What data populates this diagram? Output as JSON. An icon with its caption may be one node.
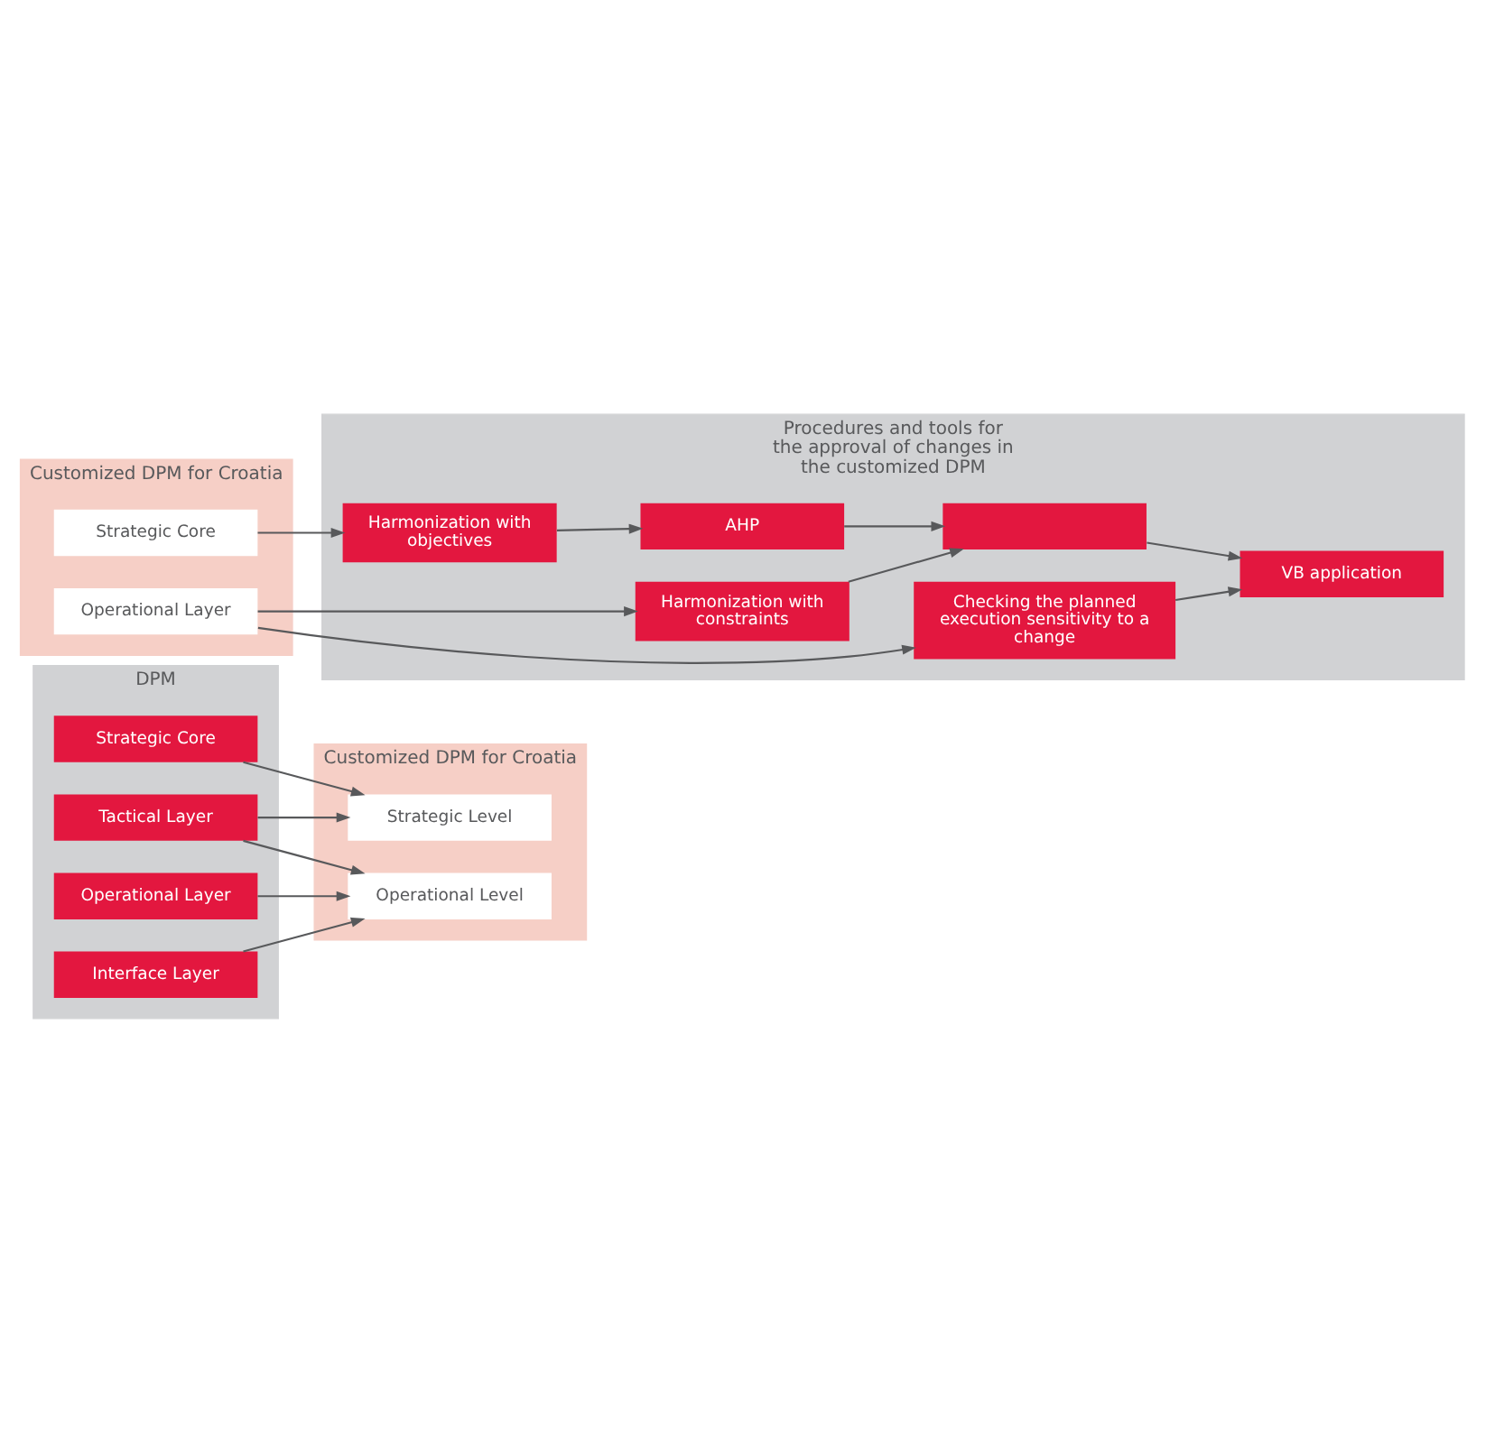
{
  "diagram": {
    "nodes": [
      {
        "text": [
          "DPM"
        ]
      },
      {
        "text": [
          "Strategic Core"
        ],
        "in": 0
      },
      {
        "text": [
          "Tactical Layer"
        ],
        "in": 0
      },
      {
        "text": [
          "Operational Layer"
        ],
        "in": 0
      },
      {
        "text": [
          "Interface Layer"
        ],
        "in": 0
      },
      {
        "text": [
          "Customized DPM for Croatia"
        ]
      },
      {
        "text": [
          "Strategic Level"
        ],
        "in": 5
      },
      {
        "text": [
          "Operational Level"
        ],
        "in": 5
      },
      {
        "text": [
          "Procedures and tools for the approval of changes in the customized DPM"
        ]
      },
      {
        "text": [
          "Customized DPM for Croatia"
        ]
      },
      {
        "text": [
          "Strategic Core"
        ],
        "in": 9
      },
      {
        "text": [
          "Operational Layer"
        ],
        "in": 9
      },
      {
        "text": [
          "Harmonization with objectives"
        ],
        "in": 8
      },
      {
        "text": [
          "AHP"
        ],
        "in": 8
      },
      {
        "text": [
          "Harmonization with constraints"
        ],
        "in": 8
      },
      {
        "text": [],
        "shape": "box",
        "in": 8
      },
      {
        "text": [
          "Checking the planned execution sensitivity to a change"
        ],
        "in": 8
      },
      {
        "text": [
          "VB application"
        ],
        "in": 8
      }
    ],
    "edges": [
      {
        "from": 1,
        "to": 6,
        "arrow": "to"
      },
      {
        "from": 2,
        "to": 6,
        "arrow": "to"
      },
      {
        "from": 2,
        "to": 7,
        "arrow": "to"
      },
      {
        "from": 3,
        "to": 7,
        "arrow": "to"
      },
      {
        "from": 4,
        "to": 7,
        "arrow": "to"
      },
      {
        "from": 10,
        "to": 12,
        "arrow": "to"
      },
      {
        "from": 12,
        "to": 13,
        "arrow": "to"
      },
      {
        "from": 13,
        "to": 15,
        "arrow": "to"
      },
      {
        "from": 11,
        "to": 14,
        "arrow": "to"
      },
      {
        "from": 11,
        "to": 16,
        "arrow": "to"
      },
      {
        "from": 14,
        "to": 15,
        "arrow": "to"
      },
      {
        "from": 15,
        "to": 17,
        "arrow": "to"
      },
      {
        "from": 16,
        "to": 17,
        "arrow": "to"
      }
    ]
  }
}
